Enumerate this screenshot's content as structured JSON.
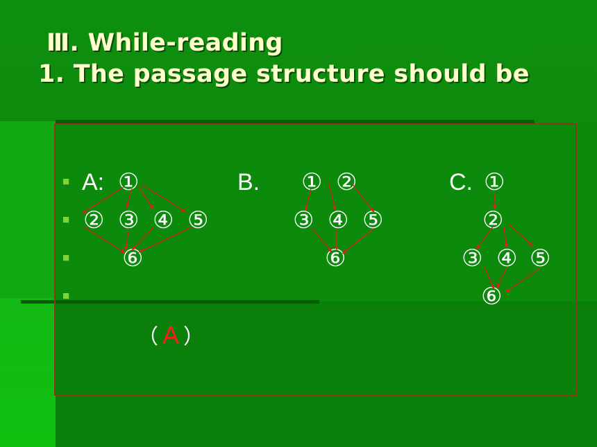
{
  "title": {
    "line1": "Ⅲ. While-reading",
    "line2": "1. The passage structure should be"
  },
  "options": {
    "A": {
      "label": "A:",
      "nodes": [
        "①",
        "②",
        "③",
        "④",
        "⑤",
        "⑥"
      ]
    },
    "B": {
      "label": "B.",
      "nodes": [
        "①",
        "②",
        "③",
        "④",
        "⑤",
        "⑥"
      ]
    },
    "C": {
      "label": "C.",
      "nodes": [
        "①",
        "②",
        "③",
        "④",
        "⑤",
        "⑥"
      ]
    }
  },
  "answer": {
    "open": "（",
    "letter": "A",
    "close": "）"
  },
  "colors": {
    "background": "#0c8a0c",
    "title": "#ffffcc",
    "arrow": "#e0201a",
    "answer": "#ff1a1a",
    "frame": "#8a3a1a"
  }
}
